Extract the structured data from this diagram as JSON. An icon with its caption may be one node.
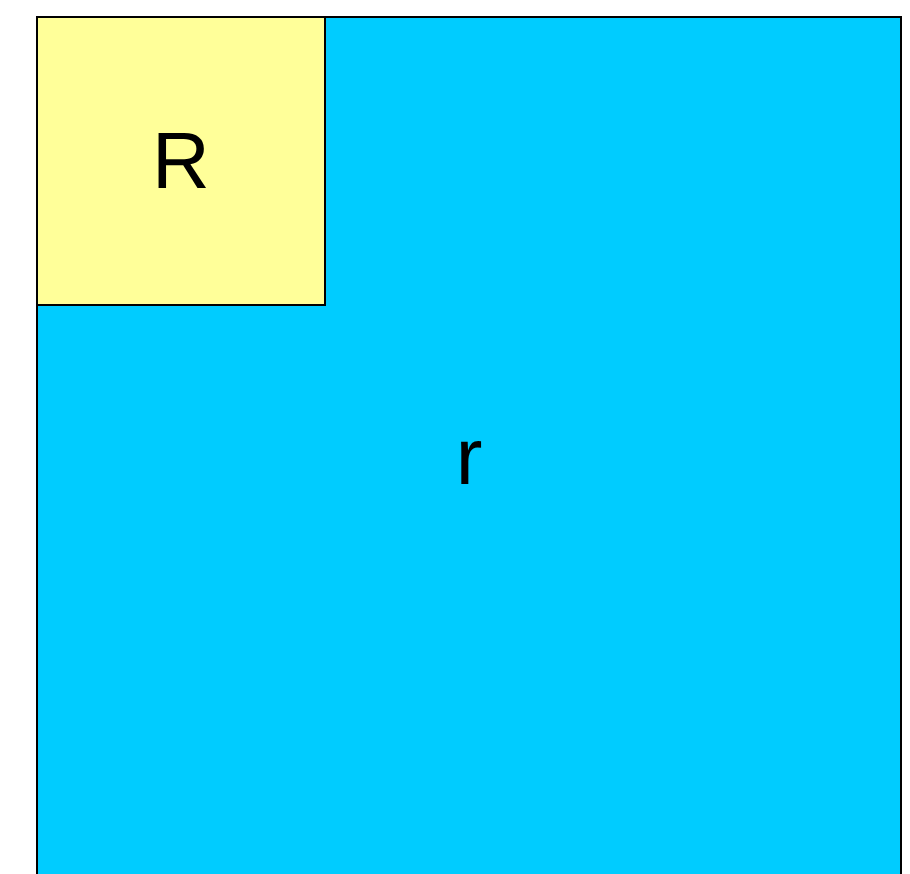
{
  "diagram": {
    "nodes": [
      {
        "text": [
          "r"
        ]
      },
      {
        "text": [
          "R"
        ],
        "in": 0
      }
    ]
  }
}
